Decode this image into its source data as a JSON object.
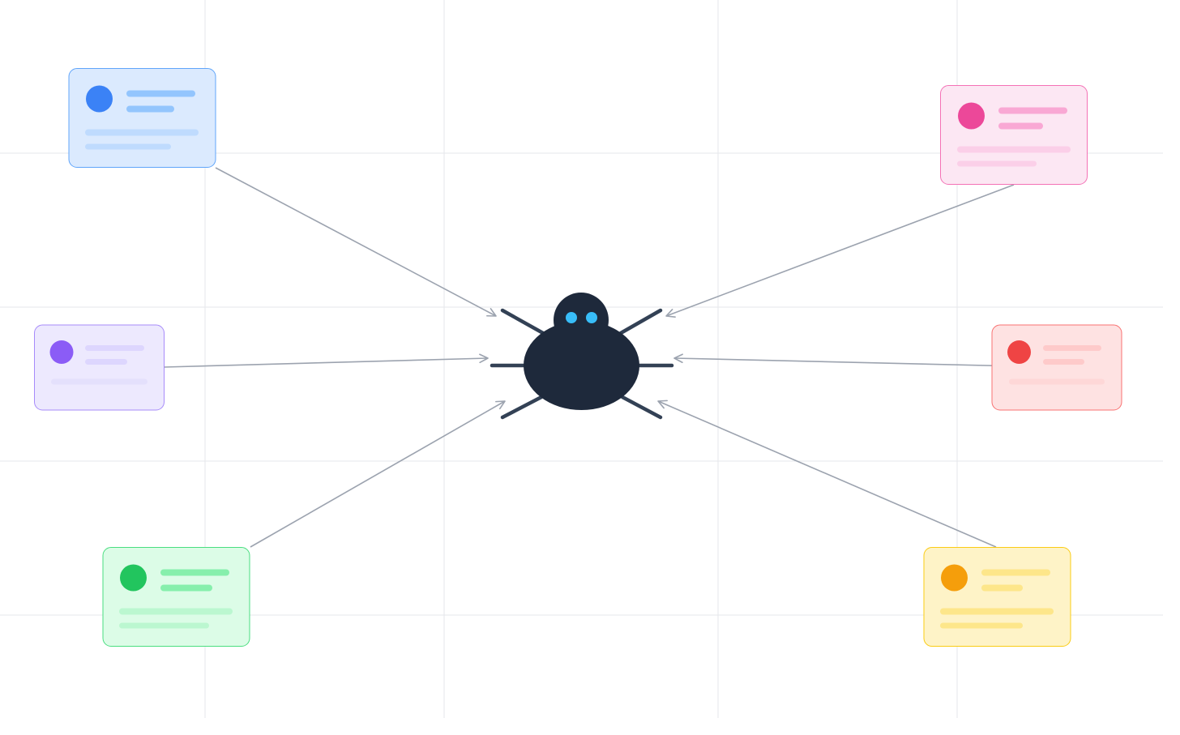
{
  "colors": {
    "background": "#ffffff",
    "grid": "#e5e7eb",
    "arrow": "#9ca3af",
    "spider_body": "#1e293b",
    "spider_legs": "#334155",
    "spider_eyes": "#38bdf8"
  },
  "hub": {
    "icon": "spider-icon"
  },
  "cards": [
    {
      "id": "blue",
      "position": "top-left",
      "fill": "#dbeafe",
      "border": "#60a5fa",
      "accent": "#3b82f6",
      "line": "#93c5fd",
      "faint_line": "#bfdbfe"
    },
    {
      "id": "pink",
      "position": "top-right",
      "fill": "#fce7f3",
      "border": "#f472b6",
      "accent": "#ec4899",
      "line": "#f9a8d4",
      "faint_line": "#fbcfe8"
    },
    {
      "id": "purple",
      "position": "middle-left",
      "fill": "#ede9fe",
      "border": "#a78bfa",
      "accent": "#8b5cf6",
      "line": "#ddd6fe",
      "faint_line": "#e4e0fc"
    },
    {
      "id": "red",
      "position": "middle-right",
      "fill": "#fee2e2",
      "border": "#f87171",
      "accent": "#ef4444",
      "line": "#fecaca",
      "faint_line": "#fed7d7"
    },
    {
      "id": "green",
      "position": "bottom-left",
      "fill": "#dcfce7",
      "border": "#4ade80",
      "accent": "#22c55e",
      "line": "#86efac",
      "faint_line": "#bbf7d0"
    },
    {
      "id": "yellow",
      "position": "bottom-right",
      "fill": "#fef3c7",
      "border": "#facc15",
      "accent": "#f59e0b",
      "line": "#fde68a",
      "faint_line": "#fde68a"
    }
  ]
}
